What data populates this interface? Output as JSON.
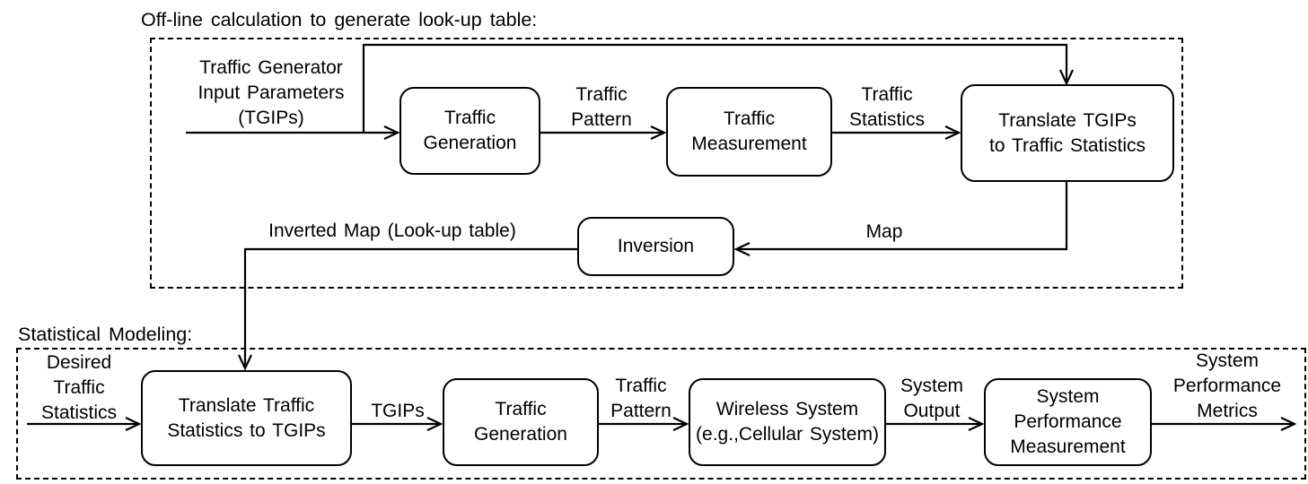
{
  "titles": {
    "offline": "Off-line calculation to generate look-up table:",
    "statistical": "Statistical Modeling:"
  },
  "offline_section": {
    "input_label": "Traffic Generator\nInput Parameters\n(TGIPs)",
    "boxes": {
      "traffic_generation": "Traffic\nGeneration",
      "traffic_measurement": "Traffic\nMeasurement",
      "translate_tgips": "Translate TGIPs\nto Traffic Statistics",
      "inversion": "Inversion"
    },
    "edge_labels": {
      "traffic_pattern": "Traffic\nPattern",
      "traffic_statistics": "Traffic\nStatistics",
      "map": "Map",
      "inverted_map": "Inverted Map (Look-up table)"
    }
  },
  "modeling_section": {
    "input_label": "Desired\nTraffic\nStatistics",
    "boxes": {
      "translate_stats": "Translate Traffic\nStatistics to TGIPs",
      "traffic_generation": "Traffic\nGeneration",
      "wireless_system": "Wireless System\n(e.g.,Cellular System)",
      "system_performance_measurement": "System\nPerformance\nMeasurement"
    },
    "edge_labels": {
      "tgips": "TGIPs",
      "traffic_pattern": "Traffic\nPattern",
      "system_output": "System\nOutput",
      "system_performance_metrics": "System\nPerformance\nMetrics"
    }
  },
  "colors": {
    "line": "#000000",
    "background": "#ffffff",
    "box_border": "#000000"
  }
}
